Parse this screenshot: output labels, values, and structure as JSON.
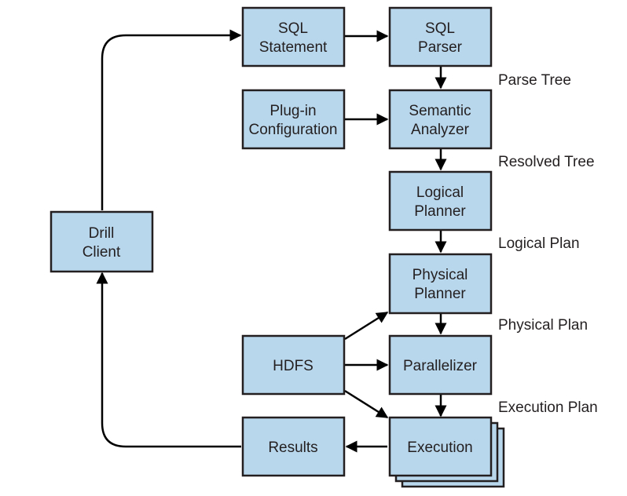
{
  "nodes": {
    "sql_statement": {
      "lines": [
        "SQL",
        "Statement"
      ]
    },
    "sql_parser": {
      "lines": [
        "SQL",
        "Parser"
      ]
    },
    "plugin_configuration": {
      "lines": [
        "Plug-in",
        "Configuration"
      ]
    },
    "semantic_analyzer": {
      "lines": [
        "Semantic",
        "Analyzer"
      ]
    },
    "logical_planner": {
      "lines": [
        "Logical",
        "Planner"
      ]
    },
    "drill_client": {
      "lines": [
        "Drill",
        "Client"
      ]
    },
    "physical_planner": {
      "lines": [
        "Physical",
        "Planner"
      ]
    },
    "hdfs": {
      "lines": [
        "HDFS"
      ]
    },
    "parallelizer": {
      "lines": [
        "Parallelizer"
      ]
    },
    "results": {
      "lines": [
        "Results"
      ]
    },
    "execution": {
      "lines": [
        "Execution"
      ]
    }
  },
  "edge_labels": {
    "parse_tree": "Parse Tree",
    "resolved_tree": "Resolved Tree",
    "logical_plan": "Logical Plan",
    "physical_plan": "Physical Plan",
    "execution_plan": "Execution Plan"
  },
  "colors": {
    "box_fill": "#b9d7ec",
    "box_stroke": "#231f20",
    "arrow": "#000000"
  }
}
